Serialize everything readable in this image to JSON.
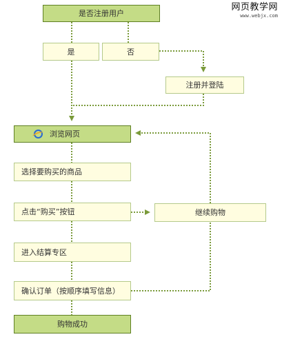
{
  "watermark": {
    "title": "网页教学网",
    "url": "www.webjx.com"
  },
  "nodes": {
    "is_registered": "是否注册用户",
    "yes": "是",
    "no": "否",
    "register_login": "注册并登陆",
    "browse": "浏览网页",
    "select_product": "选择要购买的商品",
    "click_buy": "点击“购买”按钮",
    "continue_shopping": "继续购物",
    "checkout": "进入结算专区",
    "confirm_order": "确认订单（按顺序填写信息）",
    "success": "购物成功"
  },
  "colors": {
    "dark_box": "#c4dc86",
    "light_box": "#fffde0",
    "connector": "#7a9a3a"
  },
  "icons": {
    "browse": "ie-icon"
  }
}
